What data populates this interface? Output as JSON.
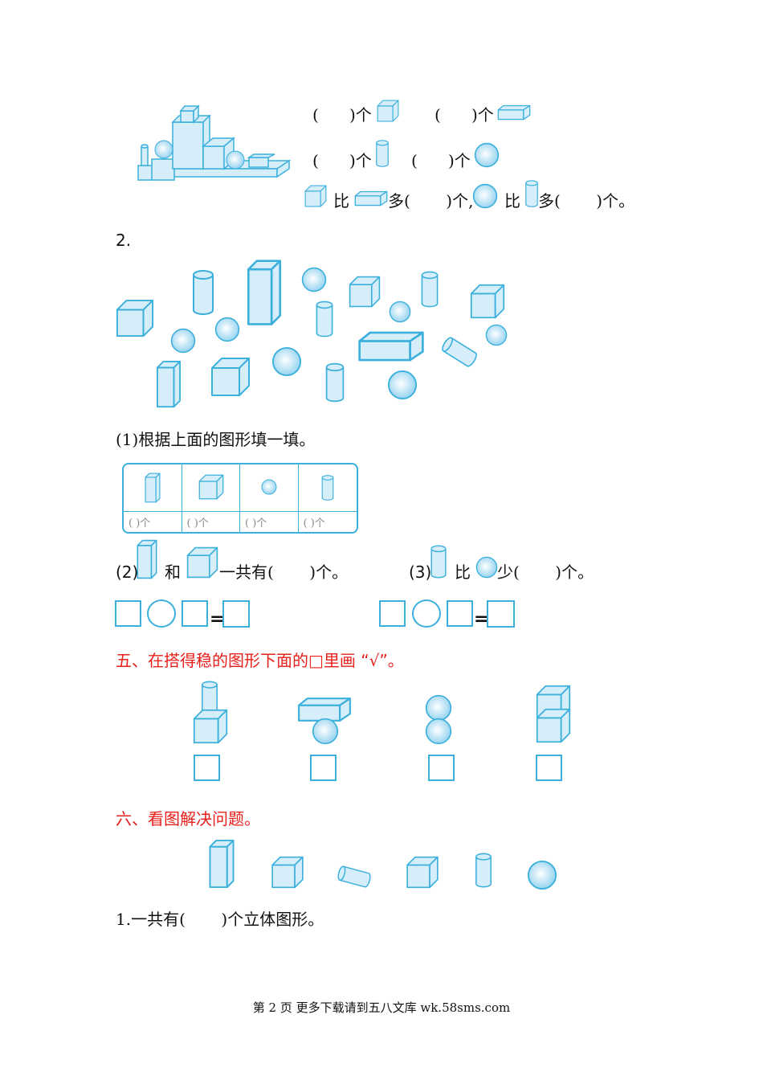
{
  "q1": {
    "count_cube": "(      )个",
    "count_flat": "(      )个",
    "count_cyl": "(      )个",
    "count_sphere": "(      )个",
    "compare": {
      "bi": "比",
      "duo1": "多(       )个,",
      "bi2": "比",
      "duo2": "多(       )个。"
    }
  },
  "q2": {
    "number": "2.",
    "sub1": "(1)根据上面的图形填一填。",
    "table_cells": [
      "(        )个",
      "(        )个",
      "(        )个",
      "(        )个"
    ],
    "sub2": {
      "prefix": "(2)",
      "he": "和",
      "suffix": "一共有(       )个。"
    },
    "sub3": {
      "prefix": "(3)",
      "bi": "比",
      "suffix": "少(       )个。"
    },
    "equals": "="
  },
  "section5": {
    "title": "五、在搭得稳的图形下面的□里画 “√”。"
  },
  "section6": {
    "title": "六、看图解决问题。",
    "q1": "1.一共有(       )个立体图形。"
  },
  "footer": "第 2 页 更多下载请到五八文库 wk.58sms.com",
  "colors": {
    "shape_stroke": "#3bb0dc",
    "shape_fill": "#d6eef9",
    "heading": "#e8201c"
  }
}
